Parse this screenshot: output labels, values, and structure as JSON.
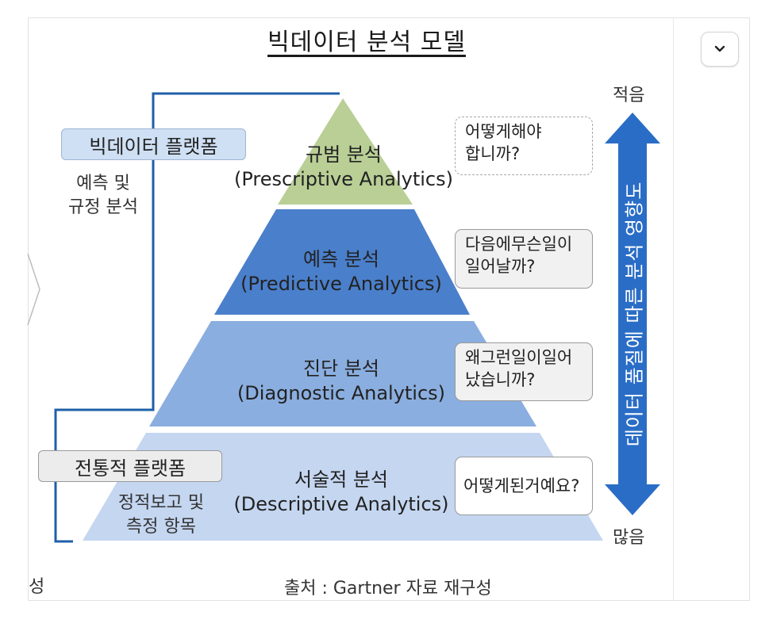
{
  "diagram": {
    "title": "빅데이터 분석 모델",
    "platforms": {
      "bigdata": "빅데이터 플랫폼",
      "bigdata_desc_lines": [
        "예측 및",
        "규정 분석"
      ],
      "traditional": "전통적 플랫폼",
      "traditional_desc_lines": [
        "정적보고 및",
        "측정 항목"
      ]
    },
    "tiers": [
      {
        "name": "규범 분석",
        "en": "(Prescriptive Analytics)",
        "question_lines": [
          "어떻게해야",
          "합니까?"
        ]
      },
      {
        "name": "예측 분석",
        "en": "(Predictive Analytics)",
        "question_lines": [
          "다음에무슨일이",
          "일어날까?"
        ]
      },
      {
        "name": "진단 분석",
        "en": "(Diagnostic Analytics)",
        "question_lines": [
          "왜그런일이일어",
          "났습니까?"
        ]
      },
      {
        "name": "서술적 분석",
        "en": "(Descriptive Analytics)",
        "question_lines": [
          "어떻게된거예요?"
        ]
      }
    ],
    "arrow": {
      "label": "데이터 품질에 따른 분석 영향도",
      "top_label": "적음",
      "bottom_label": "많음"
    },
    "source": "출처 : Gartner 자료 재구성",
    "edge_char": "성",
    "colors": {
      "tier1": "#b9cf96",
      "tier2": "#4a7fcb",
      "tier3": "#8aaedf",
      "tier4": "#c4d6f0",
      "bracket": "#1f5fa8",
      "arrow": "#2a6dc6"
    }
  },
  "ui": {
    "collapse_icon": "chevron-down-icon"
  }
}
